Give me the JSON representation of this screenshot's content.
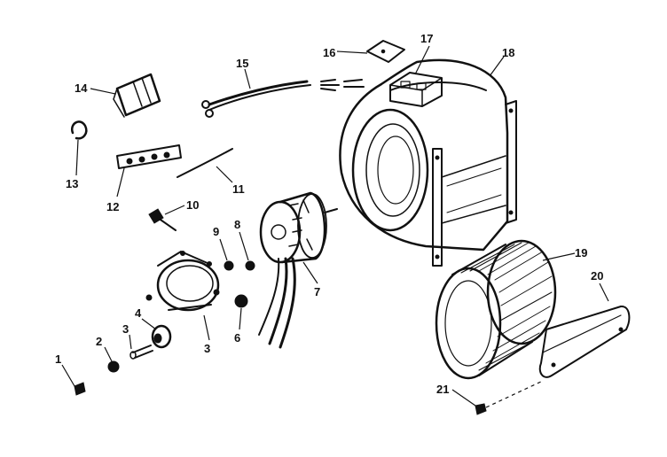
{
  "diagram": {
    "callouts": {
      "p1": "1",
      "p2": "2",
      "p3": "3",
      "p3b": "3",
      "p4": "4",
      "p6": "6",
      "p7": "7",
      "p8": "8",
      "p9": "9",
      "p10": "10",
      "p11": "11",
      "p12": "12",
      "p13": "13",
      "p14": "14",
      "p15": "15",
      "p16": "16",
      "p17": "17",
      "p18": "18",
      "p19": "19",
      "p20": "20",
      "p21": "21"
    }
  }
}
